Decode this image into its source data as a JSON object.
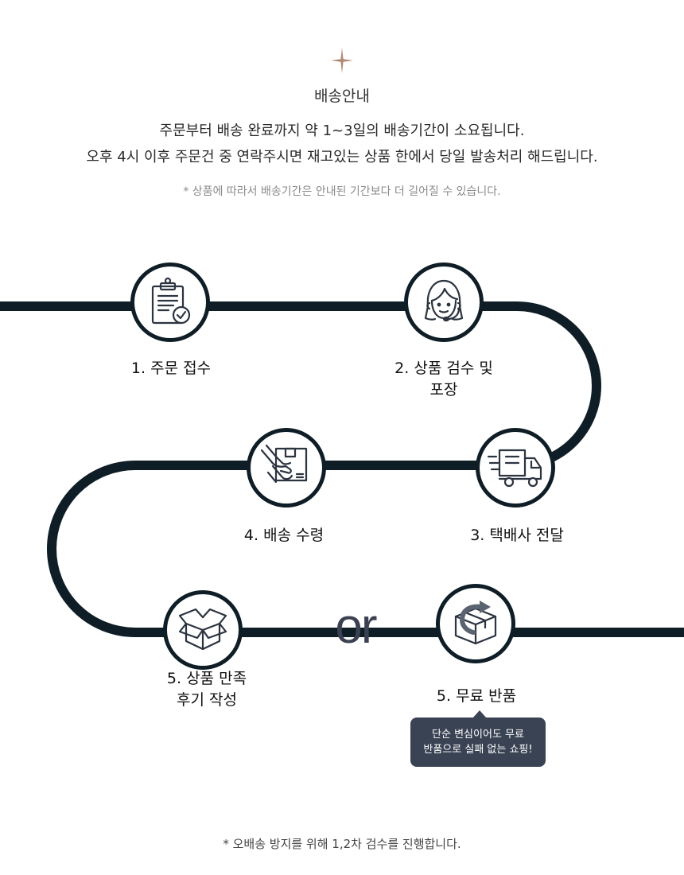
{
  "header": {
    "title": "배송안내",
    "desc_line1": "주문부터 배송 완료까지 약 1~3일의 배송기간이 소요됩니다.",
    "desc_line2": "오후 4시 이후 주문건 중 연락주시면 재고있는 상품 한에서 당일 발송처리 해드립니다.",
    "note": "* 상품에 따라서 배송기간은 안내된 기간보다 더 길어질 수 있습니다."
  },
  "steps": {
    "step1": {
      "line1": "1. 주문 접수",
      "icon": "order-clipboard-icon"
    },
    "step2": {
      "line1": "2. 상품 검수 및",
      "line2": "포장",
      "icon": "headset-agent-icon"
    },
    "step3": {
      "line1": "3. 택배사 전달",
      "icon": "delivery-truck-icon"
    },
    "step4": {
      "line1": "4. 배송 수령",
      "icon": "package-handoff-icon"
    },
    "step5a": {
      "line1": "5. 상품 만족",
      "line2": "후기 작성",
      "icon": "open-box-icon"
    },
    "step5b": {
      "line1": "5. 무료 반품",
      "icon": "return-box-icon"
    }
  },
  "or_label": "or",
  "tooltip": {
    "line1": "단순 변심이어도 무료",
    "line2": "반품으로 실패 없는 쇼핑!"
  },
  "footer": {
    "note": "*  오배송 방지를 위해  1,2차 검수를 진행합니다."
  },
  "colors": {
    "track": "#0e1d26",
    "star_accent": "#b08a76",
    "tooltip_bg": "#3a4354",
    "or_text": "#3b4152"
  }
}
